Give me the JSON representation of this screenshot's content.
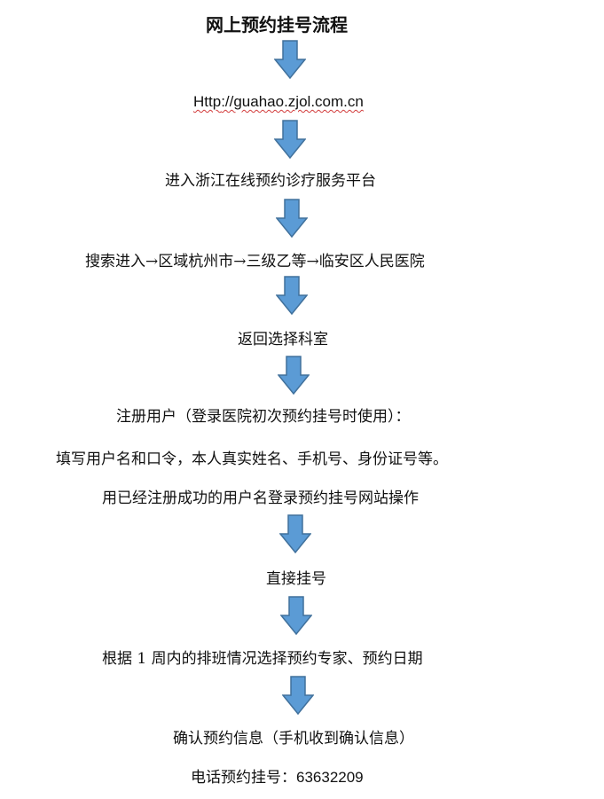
{
  "title": "网上预约挂号流程",
  "url": {
    "prefix": "Http",
    "rest": "://guahao.zjol.com.cn"
  },
  "steps": [
    "进入浙江在线预约诊疗服务平台",
    "搜索进入→区域杭州市→三级乙等→临安区人民医院",
    "返回选择科室"
  ],
  "register": {
    "heading": "注册用户（登录医院初次预约挂号时使用）：",
    "detail": "填写用户名和口令，本人真实姓名、手机号、身份证号等。",
    "login": "用已经注册成功的用户名登录预约挂号网站操作"
  },
  "steps_after": [
    "直接挂号",
    "根据 1 周内的排班情况选择预约专家、预约日期",
    "确认预约信息（手机收到确认信息）"
  ],
  "phone": {
    "label": "电话预约挂号：",
    "number": "63632209"
  },
  "colors": {
    "arrow_fill": "#5b9bd5",
    "arrow_stroke": "#41719c",
    "spell_underline": "#d23b3b"
  },
  "icons": {
    "arrow": "arrow-down-icon"
  }
}
